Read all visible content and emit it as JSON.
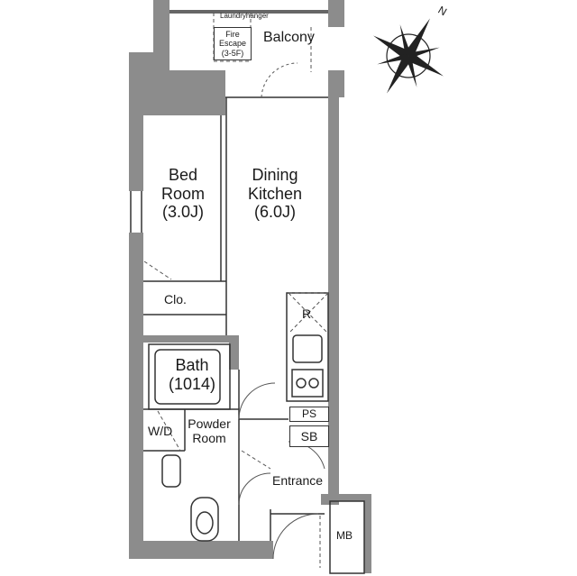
{
  "rooms": {
    "balcony": "Balcony",
    "laundry": "Laundryhanger",
    "fire_escape": [
      "Fire",
      "Escape",
      "(3-5F)"
    ],
    "bedroom": [
      "Bed",
      "Room",
      "(3.0J)"
    ],
    "dining_kitchen": [
      "Dining",
      "Kitchen",
      "(6.0J)"
    ],
    "closet": "Clo.",
    "refrigerator": "R",
    "bath": [
      "Bath",
      "(1014)"
    ],
    "walk_in_closet": "W/D",
    "powder_room": [
      "Powder",
      "Room"
    ],
    "pipe_space": "PS",
    "shoe_box": "SB",
    "entrance": "Entrance",
    "meter_box": "MB"
  },
  "compass": {
    "north_label": "N"
  },
  "colors": {
    "wall": "#8c8c8c",
    "line": "#333333",
    "dash": "#555555"
  }
}
